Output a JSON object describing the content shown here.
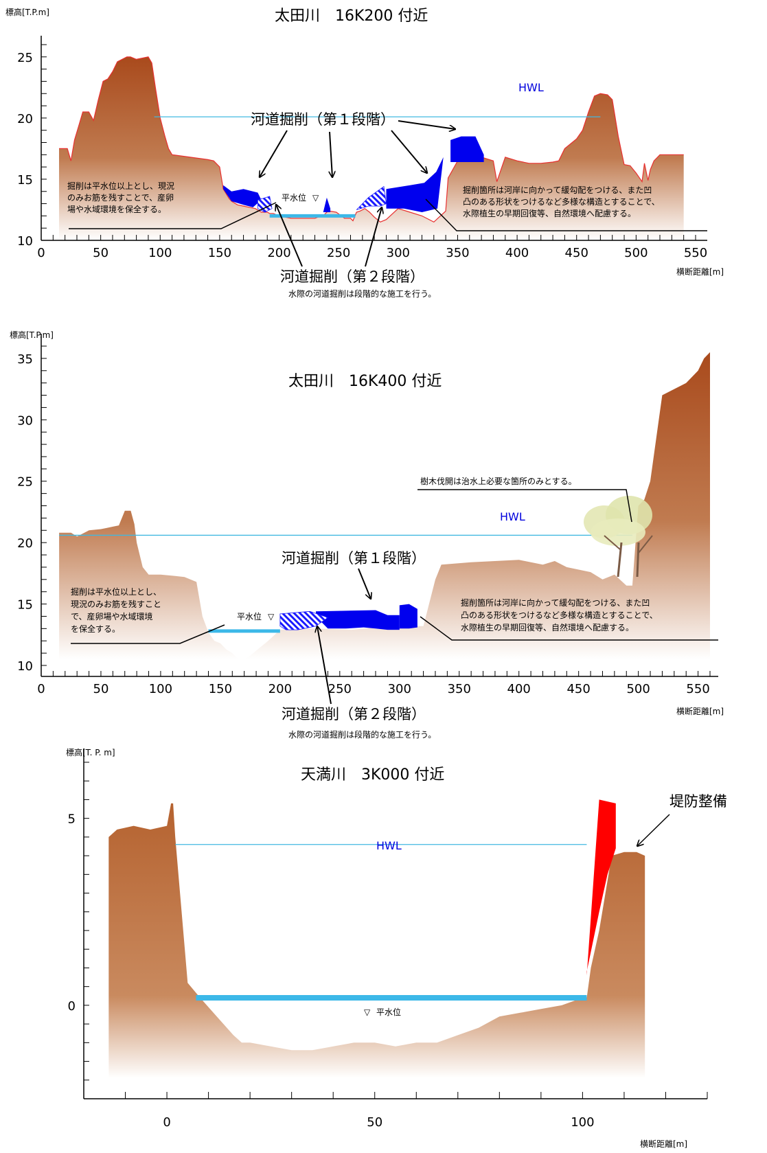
{
  "chart_data": [
    {
      "type": "area",
      "title": "太田川　16K200 付近",
      "ylabel": "標高[T.P.m]",
      "xlabel": "横断距離[m]",
      "xlim": [
        0,
        550
      ],
      "ylim": [
        10,
        26
      ],
      "x_ticks": [
        "0",
        "50",
        "100",
        "150",
        "200",
        "250",
        "300",
        "350",
        "400",
        "450",
        "500",
        "550"
      ],
      "y_ticks": [
        "10",
        "15",
        "20",
        "25"
      ],
      "grid": false,
      "hwl_label": "HWL",
      "hwl_value": 20.1,
      "water_label": "平水位",
      "water_level": 12.0,
      "ground_profile": {
        "x": [
          15,
          22,
          25,
          28,
          32,
          35,
          40,
          44,
          48,
          52,
          56,
          60,
          64,
          68,
          72,
          75,
          80,
          85,
          90,
          93,
          96,
          100,
          104,
          107,
          110,
          140,
          145,
          150,
          153,
          158,
          160,
          165,
          170,
          175,
          180,
          185,
          190,
          192,
          195,
          200,
          210,
          220,
          230,
          238,
          240,
          242,
          248,
          255,
          260,
          262,
          265,
          268,
          272,
          276,
          280,
          285,
          290,
          300,
          310,
          320,
          330,
          340,
          342,
          350,
          360,
          370,
          380,
          383,
          390,
          400,
          410,
          420,
          430,
          435,
          440,
          450,
          455,
          460,
          465,
          470,
          476,
          480,
          485,
          490,
          495,
          500,
          505,
          507,
          510,
          512,
          515,
          518,
          520,
          524,
          530,
          540
        ],
        "y": [
          17.5,
          17.5,
          16.5,
          18.2,
          19.5,
          20.5,
          20.5,
          19.8,
          21.5,
          23.0,
          23.2,
          23.8,
          24.6,
          24.8,
          25.0,
          25.0,
          24.8,
          24.9,
          25.0,
          24.5,
          22.5,
          20.0,
          18.5,
          17.5,
          17.0,
          16.6,
          16.5,
          16.0,
          14.2,
          13.4,
          13.2,
          12.9,
          12.8,
          12.7,
          12.6,
          12.3,
          12.3,
          12.2,
          12.2,
          12.0,
          11.8,
          11.8,
          11.8,
          12.1,
          12.3,
          12.4,
          12.3,
          11.8,
          11.8,
          11.6,
          12.3,
          12.4,
          12.6,
          12.3,
          11.9,
          11.5,
          11.7,
          12.6,
          12.3,
          12.0,
          11.5,
          12.4,
          15.1,
          16.5,
          16.8,
          16.8,
          16.5,
          14.8,
          16.8,
          16.5,
          16.3,
          16.3,
          16.4,
          16.5,
          17.5,
          18.3,
          19.0,
          20.5,
          21.8,
          22.0,
          21.9,
          21.5,
          18.5,
          16.2,
          16.1,
          15.5,
          14.8,
          16.3,
          14.9,
          15.8,
          16.5,
          16.8,
          17.0,
          17.0,
          17.0,
          17.0
        ]
      },
      "excavation_stage1": [
        {
          "x": [
            153,
            160,
            170,
            182,
            185,
            178,
            170,
            160,
            153
          ],
          "y": [
            14.5,
            14.0,
            14.2,
            13.9,
            13.3,
            12.7,
            12.9,
            13.2,
            14.2
          ]
        },
        {
          "x": [
            237,
            240,
            243,
            243,
            237
          ],
          "y": [
            12.3,
            13.5,
            12.6,
            12.3,
            12.3
          ]
        },
        {
          "x": [
            290,
            310,
            322,
            332,
            338,
            333,
            320,
            305,
            290
          ],
          "y": [
            14.2,
            14.5,
            14.7,
            15.6,
            16.8,
            12.6,
            12.3,
            12.6,
            12.6
          ]
        },
        {
          "x": [
            344,
            353,
            365,
            372,
            372,
            344
          ],
          "y": [
            18.2,
            18.5,
            18.5,
            17.0,
            16.4,
            16.4
          ]
        }
      ],
      "excavation_stage2": [
        {
          "x": [
            182,
            192,
            194,
            188,
            182
          ],
          "y": [
            13.3,
            13.6,
            12.6,
            12.3,
            12.6
          ]
        },
        {
          "x": [
            265,
            275,
            288,
            290,
            285,
            275,
            265
          ],
          "y": [
            12.5,
            13.5,
            14.4,
            13.0,
            12.8,
            12.8,
            12.5
          ]
        }
      ],
      "labels": {
        "stage1": "河道掘削（第１段階）",
        "stage2": "河道掘削（第２段階）",
        "stage2_note": "水際の河道掘削は段階的な施工を行う。",
        "left_note": [
          "掘削は平水位以上とし、現況",
          "のみお筋を残すことで、産卵",
          "場や水域環境を保全する。"
        ],
        "right_note": [
          "掘削箇所は河岸に向かって緩勾配をつける、また凹",
          "凸のある形状をつけるなど多様な構造とすることで、",
          "水際植生の早期回復等、自然環境へ配慮する。"
        ]
      }
    },
    {
      "type": "area",
      "title": "太田川　16K400 付近",
      "ylabel": "標高[T.P.m]",
      "xlabel": "横断距離[m]",
      "xlim": [
        0,
        560
      ],
      "ylim": [
        10,
        36
      ],
      "x_ticks": [
        "0",
        "50",
        "100",
        "150",
        "200",
        "250",
        "300",
        "350",
        "400",
        "450",
        "500",
        "550"
      ],
      "y_ticks": [
        "10",
        "15",
        "20",
        "25",
        "30",
        "35"
      ],
      "grid": false,
      "hwl_label": "HWL",
      "hwl_value": 20.6,
      "water_label": "平水位",
      "water_level": 12.8,
      "ground_profile": {
        "x": [
          15,
          25,
          30,
          40,
          50,
          55,
          60,
          65,
          70,
          75,
          78,
          80,
          85,
          90,
          100,
          110,
          120,
          130,
          135,
          140,
          145,
          150,
          155,
          160,
          165,
          170,
          175,
          180,
          190,
          200,
          210,
          230,
          260,
          280,
          300,
          310,
          320,
          330,
          335,
          360,
          400,
          420,
          430,
          440,
          450,
          460,
          470,
          480,
          490,
          495,
          500,
          505,
          510,
          520,
          530,
          540,
          550,
          555,
          560
        ],
        "y": [
          20.8,
          20.8,
          20.5,
          21.0,
          21.1,
          21.2,
          21.3,
          21.4,
          22.6,
          22.6,
          21.5,
          20.0,
          18.0,
          17.4,
          17.4,
          17.3,
          17.2,
          16.8,
          14.0,
          12.7,
          12.0,
          11.8,
          11.3,
          11.0,
          10.5,
          10.5,
          10.8,
          11.2,
          12.0,
          12.9,
          13.0,
          13.0,
          12.9,
          13.1,
          13.1,
          13.2,
          13.2,
          17.0,
          18.2,
          18.4,
          18.6,
          18.2,
          18.5,
          18.0,
          17.8,
          17.6,
          17.0,
          17.4,
          16.5,
          16.5,
          23.0,
          23.5,
          25.0,
          32.0,
          32.5,
          33.0,
          34.0,
          35.0,
          35.5
        ]
      },
      "excavation_stage1": [
        {
          "x": [
            230,
            280,
            290,
            300,
            300,
            290,
            280,
            270,
            255,
            240,
            230
          ],
          "y": [
            14.4,
            14.5,
            14.1,
            14.1,
            12.9,
            12.9,
            13.0,
            13.1,
            13.0,
            13.0,
            14.0
          ]
        },
        {
          "x": [
            300,
            308,
            315,
            315,
            308,
            300
          ],
          "y": [
            14.9,
            15.0,
            14.6,
            13.1,
            13.0,
            13.0
          ]
        }
      ],
      "excavation_stage2": [
        {
          "x": [
            200,
            225,
            240,
            230,
            215,
            205,
            200
          ],
          "y": [
            14.2,
            14.4,
            13.9,
            13.2,
            12.9,
            12.9,
            13.2
          ]
        }
      ],
      "labels": {
        "stage1": "河道掘削（第１段階）",
        "stage2": "河道掘削（第２段階）",
        "stage2_note": "水際の河道掘削は段階的な施工を行う。",
        "tree_note": "樹木伐開は治水上必要な箇所のみとする。",
        "left_note": [
          "掘削は平水位以上とし、",
          "現況のみお筋を残すこと",
          "で、産卵場や水域環境",
          "を保全する。"
        ],
        "right_note": [
          "掘削箇所は河岸に向かって緩勾配をつける、また凹",
          "凸のある形状をつけるなど多様な構造とすることで、",
          "水際植生の早期回復等、自然環境へ配慮する。"
        ]
      }
    },
    {
      "type": "area",
      "title": "天満川　3K000 付近",
      "ylabel": "標高[T. P. m]",
      "xlabel": "横断距離[m]",
      "xlim": [
        -20,
        130
      ],
      "ylim": [
        -2.5,
        6.5
      ],
      "x_ticks": [
        "0",
        "50",
        "100"
      ],
      "y_ticks": [
        "0",
        "5"
      ],
      "grid": false,
      "hwl_label": "HWL",
      "hwl_value": 4.3,
      "water_label": "平水位",
      "water_level": 0.2,
      "ground_profile": {
        "x": [
          -14,
          -12,
          -8,
          -4,
          0,
          1,
          1.5,
          2,
          5,
          8,
          12,
          16,
          18,
          20,
          25,
          30,
          35,
          40,
          45,
          50,
          55,
          60,
          65,
          70,
          75,
          80,
          85,
          90,
          95,
          100,
          101,
          102,
          104,
          107,
          110,
          113,
          115
        ],
        "y": [
          4.5,
          4.7,
          4.8,
          4.7,
          4.8,
          5.4,
          5.4,
          4.5,
          0.6,
          0.2,
          -0.3,
          -0.8,
          -1.0,
          -1.0,
          -1.1,
          -1.2,
          -1.2,
          -1.1,
          -1.0,
          -1.0,
          -1.1,
          -1.0,
          -1.0,
          -0.8,
          -0.6,
          -0.3,
          -0.2,
          -0.1,
          0.0,
          0.2,
          0.2,
          1.0,
          2.0,
          4.0,
          4.1,
          4.1,
          4.0
        ]
      },
      "embankment": {
        "x": [
          101,
          104,
          108,
          108,
          106,
          104,
          101
        ],
        "y": [
          0.8,
          5.5,
          5.4,
          4.2,
          3.5,
          2.5,
          0.9
        ]
      },
      "labels": {
        "embankment": "堤防整備"
      }
    }
  ],
  "colors": {
    "ground_top": "#b5592b",
    "ground_bottom": "#ffffff",
    "ground_outline": "#e83030",
    "excavation": "#0000ee",
    "hatch": "#1a1aff",
    "hwl_line": "#40b8e0",
    "water": "#3cb8e8",
    "embankment": "#ff0000"
  }
}
